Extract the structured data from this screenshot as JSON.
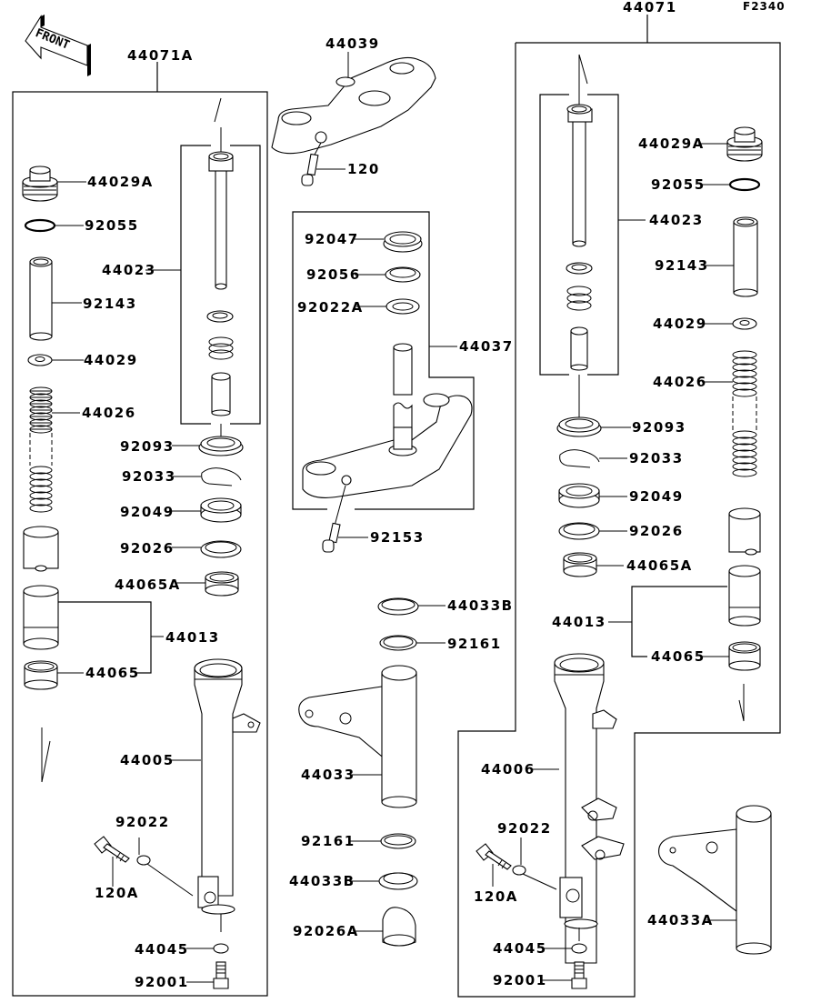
{
  "figure_id": "F2340",
  "direction_label": "FRONT",
  "assemblies": {
    "left_fork": "44071A",
    "right_fork": "44071",
    "steering_stem": "44037"
  },
  "labels": {
    "l_44071A": "44071A",
    "l_44029A": "44029A",
    "l_92055": "92055",
    "l_44023": "44023",
    "l_92143": "92143",
    "l_44029": "44029",
    "l_44026": "44026",
    "l_92093": "92093",
    "l_92033": "92033",
    "l_92049": "92049",
    "l_92026": "92026",
    "l_44065A": "44065A",
    "l_44013": "44013",
    "l_44065": "44065",
    "l_44005": "44005",
    "l_92022": "92022",
    "l_120A": "120A",
    "l_44045": "44045",
    "l_92001": "92001",
    "c_44039": "44039",
    "c_120": "120",
    "c_92047": "92047",
    "c_92056": "92056",
    "c_92022A": "92022A",
    "c_44037": "44037",
    "c_92153": "92153",
    "c_44033B_top": "44033B",
    "c_92161_top": "92161",
    "c_44033": "44033",
    "c_92161_bot": "92161",
    "c_44033B_bot": "44033B",
    "c_92026A": "92026A",
    "r_44071": "44071",
    "r_44029A": "44029A",
    "r_92055": "92055",
    "r_44023": "44023",
    "r_92143": "92143",
    "r_44029": "44029",
    "r_44026": "44026",
    "r_92093": "92093",
    "r_92033": "92033",
    "r_92049": "92049",
    "r_92026": "92026",
    "r_44065A": "44065A",
    "r_44013": "44013",
    "r_44065": "44065",
    "r_44006": "44006",
    "r_92022": "92022",
    "r_120A": "120A",
    "r_44045": "44045",
    "r_92001": "92001",
    "r_44033A": "44033A"
  }
}
